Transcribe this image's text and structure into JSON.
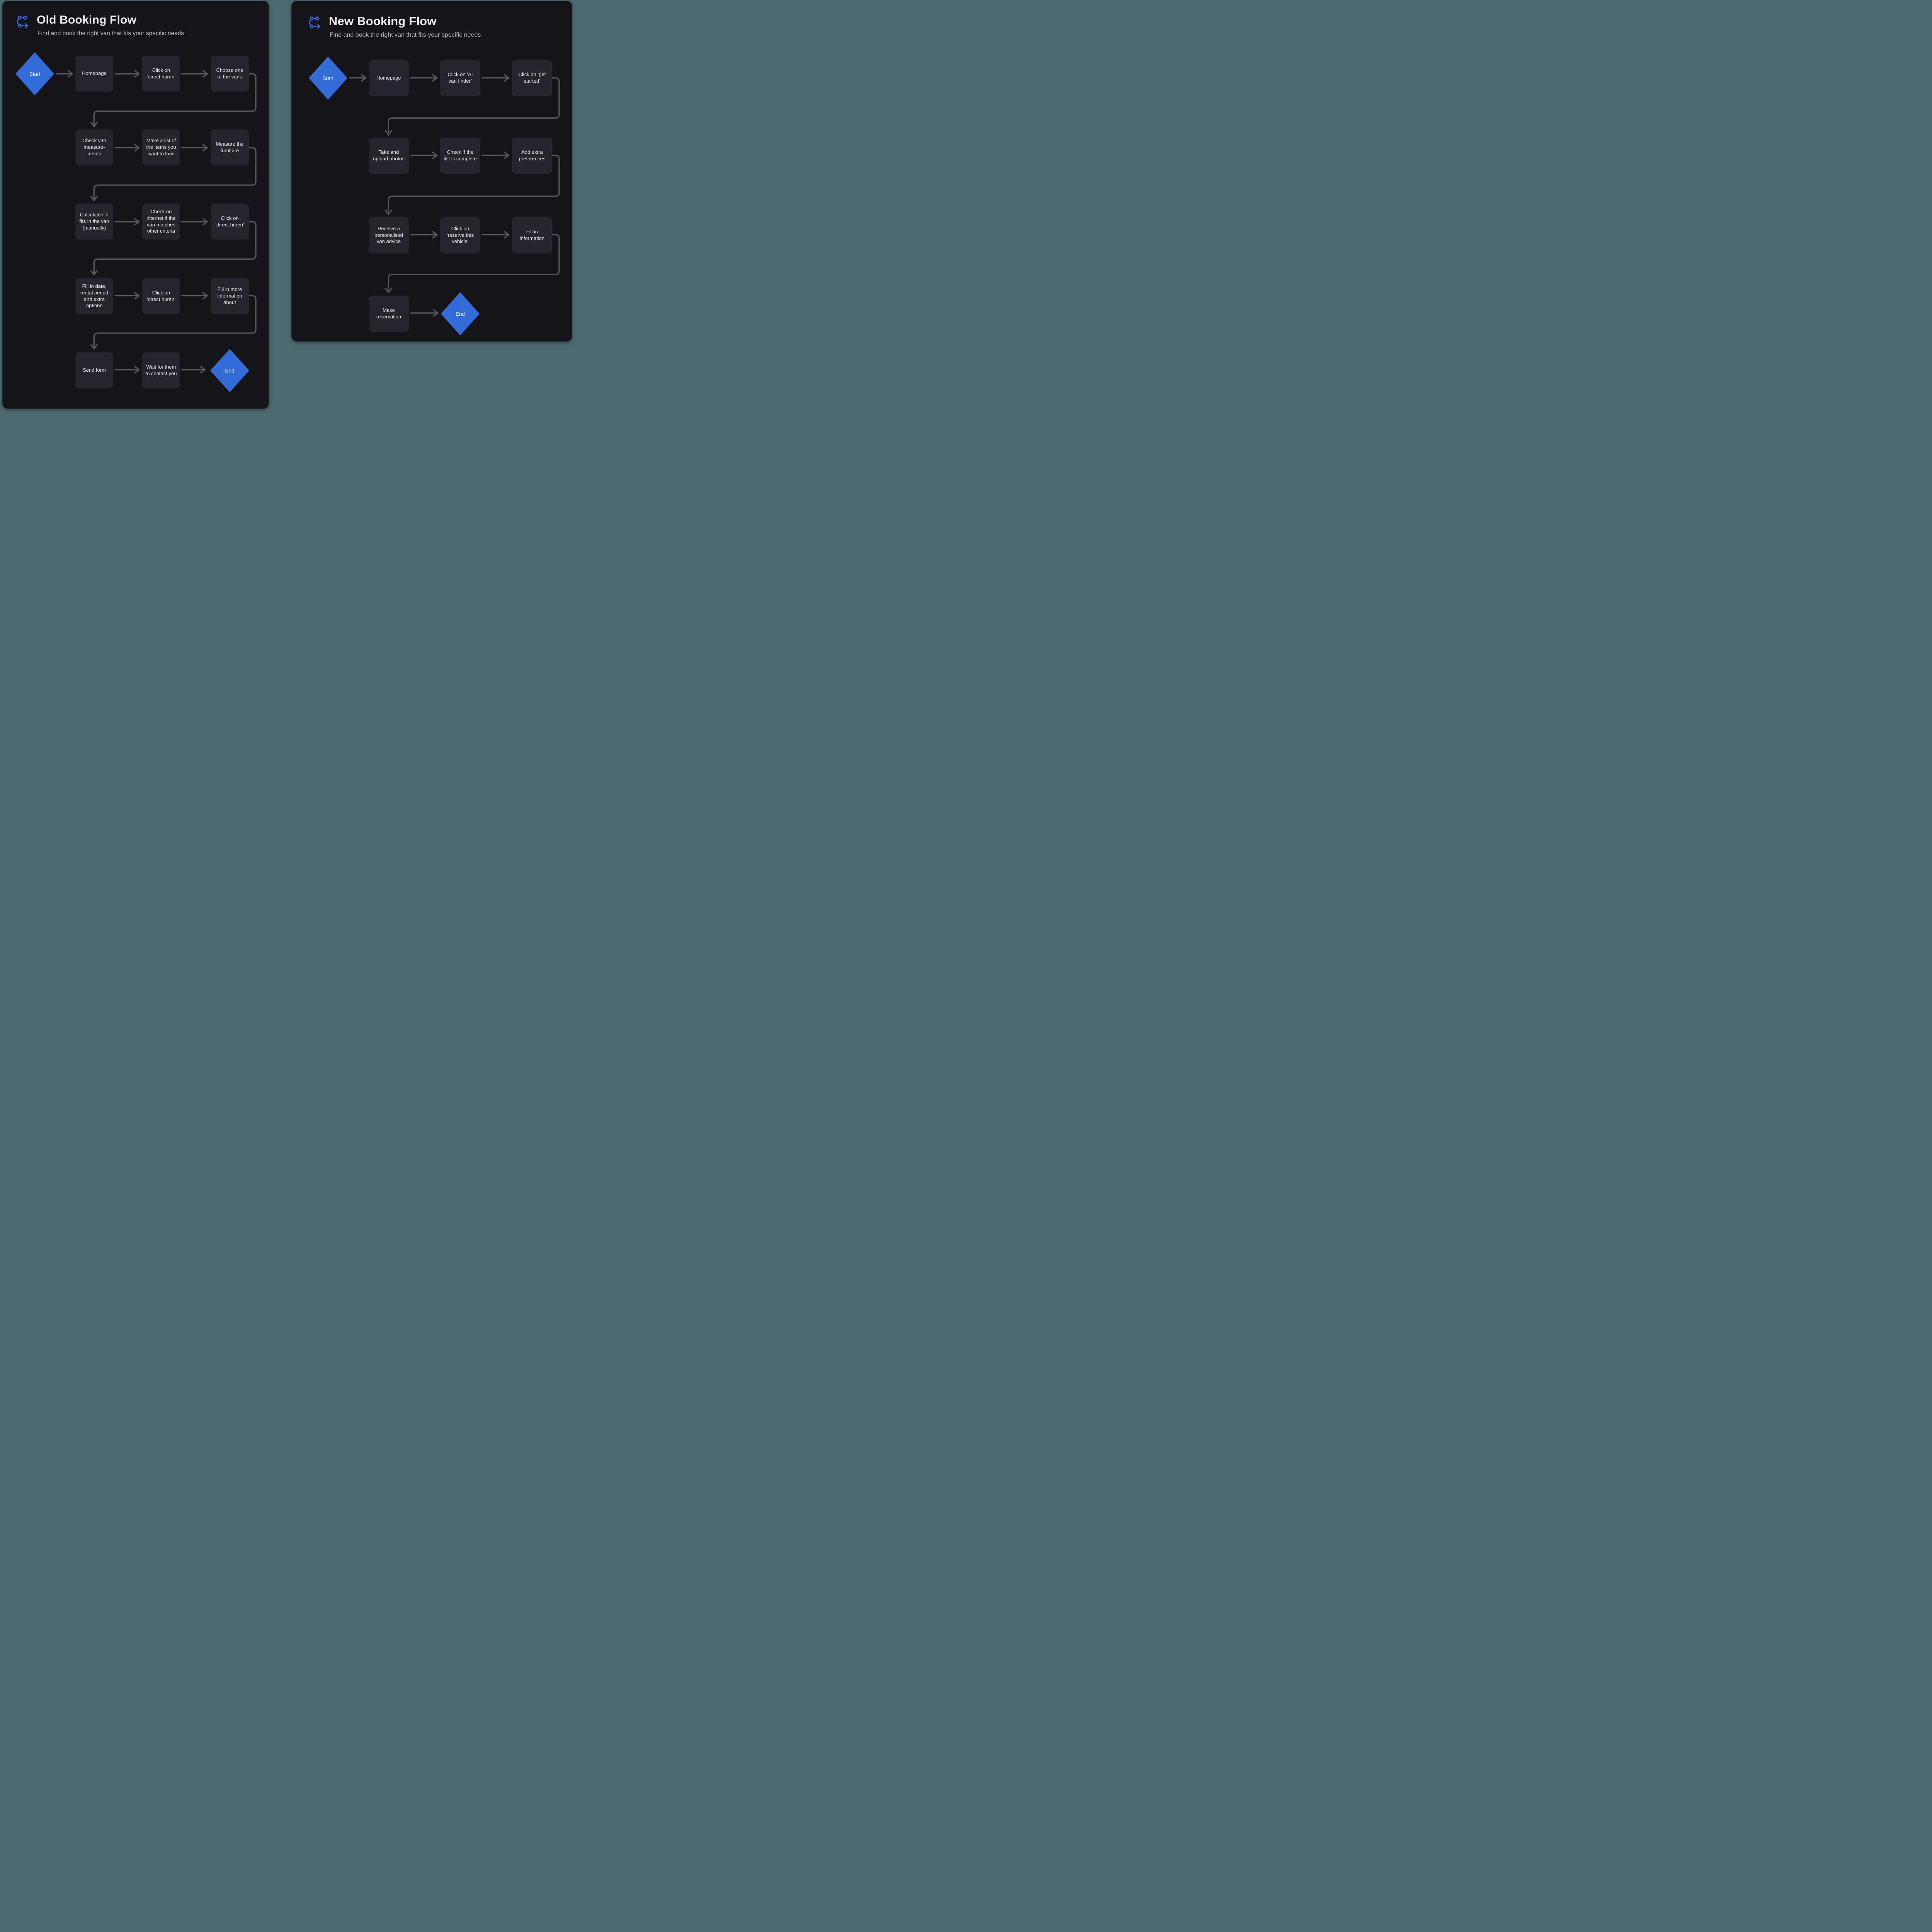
{
  "colors": {
    "bg": "#4D6A71",
    "panel": "#141419",
    "panel-border": "#24242B",
    "box": "#25252D",
    "accent": "#336BD9",
    "arrow": "#5A5A62",
    "title": "#EDEEF1",
    "subtitle": "#B6BAC1",
    "node-text": "#E8EAEE"
  },
  "old_flow": {
    "title": "Old Booking Flow",
    "subtitle": "Find and book the right van that fits your specific needs",
    "nodes": [
      {
        "id": "start",
        "type": "start-diamond",
        "label": "Start"
      },
      {
        "id": "homepage",
        "type": "step",
        "label": "Homepage"
      },
      {
        "id": "click-direct-huren-1",
        "type": "step",
        "label": "Click on ‘direct huren’"
      },
      {
        "id": "choose-one-of-the-vans",
        "type": "step",
        "label": "Choose one of the vans"
      },
      {
        "id": "check-van-measurements",
        "type": "step",
        "label": "Check van measure- ments"
      },
      {
        "id": "make-list-of-items",
        "type": "step",
        "label": "Make a list of the items you want to load"
      },
      {
        "id": "measure-the-furniture",
        "type": "step",
        "label": "Measure the furniture"
      },
      {
        "id": "calculate-if-it-fits",
        "type": "step",
        "label": "Calculate if it fits in the van (manually)"
      },
      {
        "id": "check-on-internet",
        "type": "step",
        "label": "Check on internet if the van matches other criteria"
      },
      {
        "id": "click-direct-huren-2",
        "type": "step",
        "label": "Click on ‘direct huren’"
      },
      {
        "id": "fill-in-date-rental-extra",
        "type": "step",
        "label": "Fill in date, rental period and extra options"
      },
      {
        "id": "click-direct-huren-3",
        "type": "step",
        "label": "Click on ‘direct huren’"
      },
      {
        "id": "fill-in-more-information",
        "type": "step",
        "label": "Fill in more information about"
      },
      {
        "id": "send-form",
        "type": "step",
        "label": "Send form"
      },
      {
        "id": "wait-for-contact",
        "type": "step",
        "label": "Wait for them to contact you"
      },
      {
        "id": "end",
        "type": "end-diamond",
        "label": "End"
      }
    ],
    "edges": [
      [
        "start",
        "homepage"
      ],
      [
        "homepage",
        "click-direct-huren-1"
      ],
      [
        "click-direct-huren-1",
        "choose-one-of-the-vans"
      ],
      [
        "choose-one-of-the-vans",
        "check-van-measurements"
      ],
      [
        "check-van-measurements",
        "make-list-of-items"
      ],
      [
        "make-list-of-items",
        "measure-the-furniture"
      ],
      [
        "measure-the-furniture",
        "calculate-if-it-fits"
      ],
      [
        "calculate-if-it-fits",
        "check-on-internet"
      ],
      [
        "check-on-internet",
        "click-direct-huren-2"
      ],
      [
        "click-direct-huren-2",
        "fill-in-date-rental-extra"
      ],
      [
        "fill-in-date-rental-extra",
        "click-direct-huren-3"
      ],
      [
        "click-direct-huren-3",
        "fill-in-more-information"
      ],
      [
        "fill-in-more-information",
        "send-form"
      ],
      [
        "send-form",
        "wait-for-contact"
      ],
      [
        "wait-for-contact",
        "end"
      ]
    ]
  },
  "new_flow": {
    "title": "New Booking Flow",
    "subtitle": "Find and book the right van that fits your specific needs",
    "nodes": [
      {
        "id": "start",
        "type": "start-diamond",
        "label": "Start"
      },
      {
        "id": "homepage",
        "type": "step",
        "label": "Homepage"
      },
      {
        "id": "click-ai-van-finder",
        "type": "step",
        "label": "Click on ‘AI van finder’"
      },
      {
        "id": "click-get-started",
        "type": "step",
        "label": "Click on ‘get started’"
      },
      {
        "id": "take-and-upload-photos",
        "type": "step",
        "label": "Take and upload photos"
      },
      {
        "id": "check-if-list-complete",
        "type": "step",
        "label": "Check if the list is complete"
      },
      {
        "id": "add-extra-preferences",
        "type": "step",
        "label": "Add extra preferences"
      },
      {
        "id": "receive-personalised-van-advice",
        "type": "step",
        "label": "Receive a personalised van advice"
      },
      {
        "id": "click-reserve-this-vehicle",
        "type": "step",
        "label": "Click on ‘reserve this vehicle’"
      },
      {
        "id": "fill-in-information",
        "type": "step",
        "label": "Fill in information"
      },
      {
        "id": "make-reservation",
        "type": "step",
        "label": "Make reservation"
      },
      {
        "id": "end",
        "type": "end-diamond",
        "label": "End"
      }
    ],
    "edges": [
      [
        "start",
        "homepage"
      ],
      [
        "homepage",
        "click-ai-van-finder"
      ],
      [
        "click-ai-van-finder",
        "click-get-started"
      ],
      [
        "click-get-started",
        "take-and-upload-photos"
      ],
      [
        "take-and-upload-photos",
        "check-if-list-complete"
      ],
      [
        "check-if-list-complete",
        "add-extra-preferences"
      ],
      [
        "add-extra-preferences",
        "receive-personalised-van-advice"
      ],
      [
        "receive-personalised-van-advice",
        "click-reserve-this-vehicle"
      ],
      [
        "click-reserve-this-vehicle",
        "fill-in-information"
      ],
      [
        "fill-in-information",
        "make-reservation"
      ],
      [
        "make-reservation",
        "end"
      ]
    ]
  }
}
